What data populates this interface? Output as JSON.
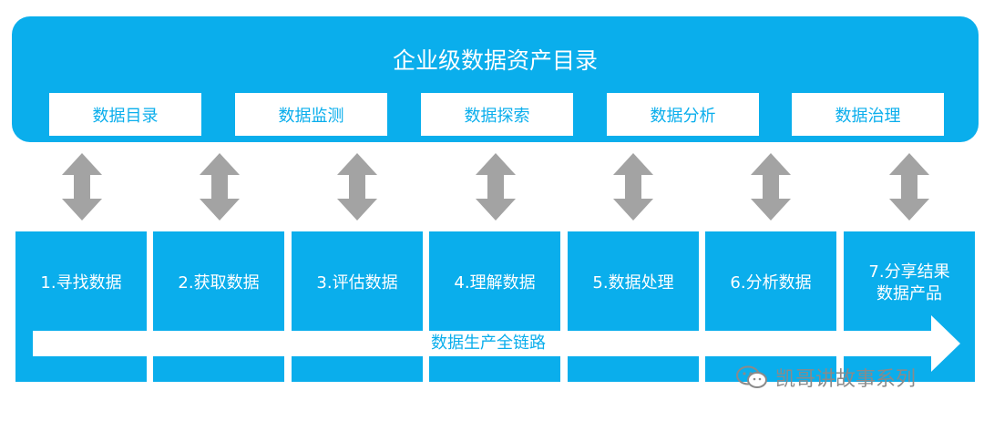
{
  "catalog": {
    "title": "企业级数据资产目录",
    "capabilities": [
      "数据目录",
      "数据监测",
      "数据探索",
      "数据分析",
      "数据治理"
    ]
  },
  "stages": [
    [
      "1.寻找数据"
    ],
    [
      "2.获取数据"
    ],
    [
      "3.评估数据"
    ],
    [
      "4.理解数据"
    ],
    [
      "5.数据处理"
    ],
    [
      "6.分析数据"
    ],
    [
      "7.分享结果",
      "数据产品"
    ]
  ],
  "chain": {
    "label": "数据生产全链路"
  },
  "watermark": {
    "text": "凯哥讲故事系列",
    "icon": "wechat-icon"
  },
  "colors": {
    "primary": "#0aaeec",
    "arrow_gray": "#a3a3a3",
    "white": "#ffffff",
    "watermark": "#8a8a8a"
  }
}
